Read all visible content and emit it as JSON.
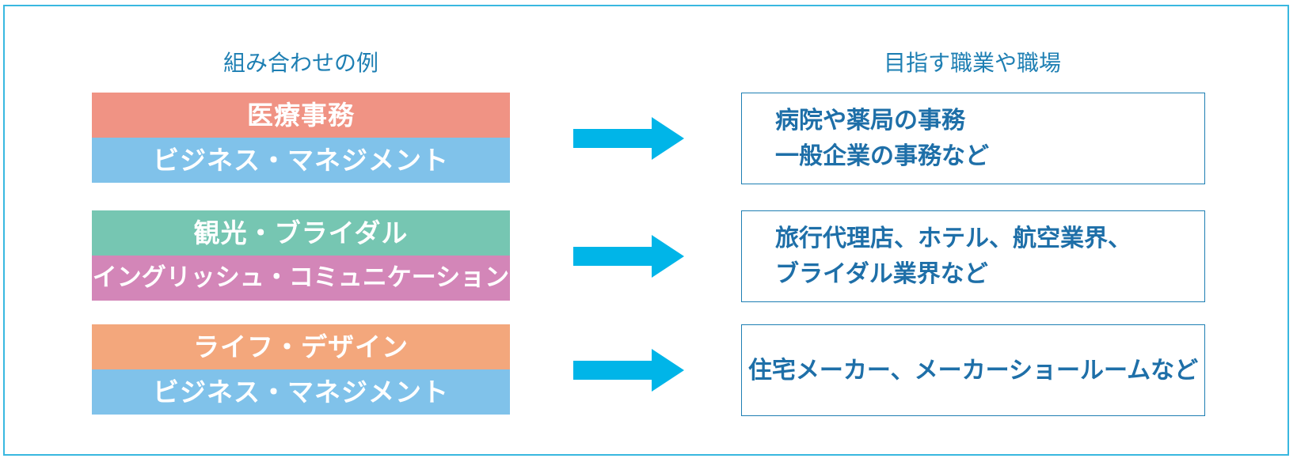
{
  "headings": {
    "left": "組み合わせの例",
    "right": "目指す職業や職場"
  },
  "colors": {
    "frame": "#39b8e0",
    "heading_text": "#1e7fb3",
    "arrow": "#00b5e8",
    "result_text": "#1e6fa8",
    "salmon": "#f09384",
    "light_blue": "#80c2ea",
    "green": "#76c6b2",
    "pink": "#d386b8",
    "orange": "#f3a77c"
  },
  "rows": [
    {
      "top_label": "医療事務",
      "bottom_label": "ビジネス・マネジメント",
      "result_lines": [
        "病院や薬局の事務",
        "一般企業の事務など"
      ]
    },
    {
      "top_label": "観光・ブライダル",
      "bottom_label": "イングリッシュ・コミュニケーション",
      "result_lines": [
        "旅行代理店、ホテル、航空業界、",
        "ブライダル業界など"
      ]
    },
    {
      "top_label": "ライフ・デザイン",
      "bottom_label": "ビジネス・マネジメント",
      "result_lines": [
        "住宅メーカー、メーカーショールームなど"
      ]
    }
  ]
}
